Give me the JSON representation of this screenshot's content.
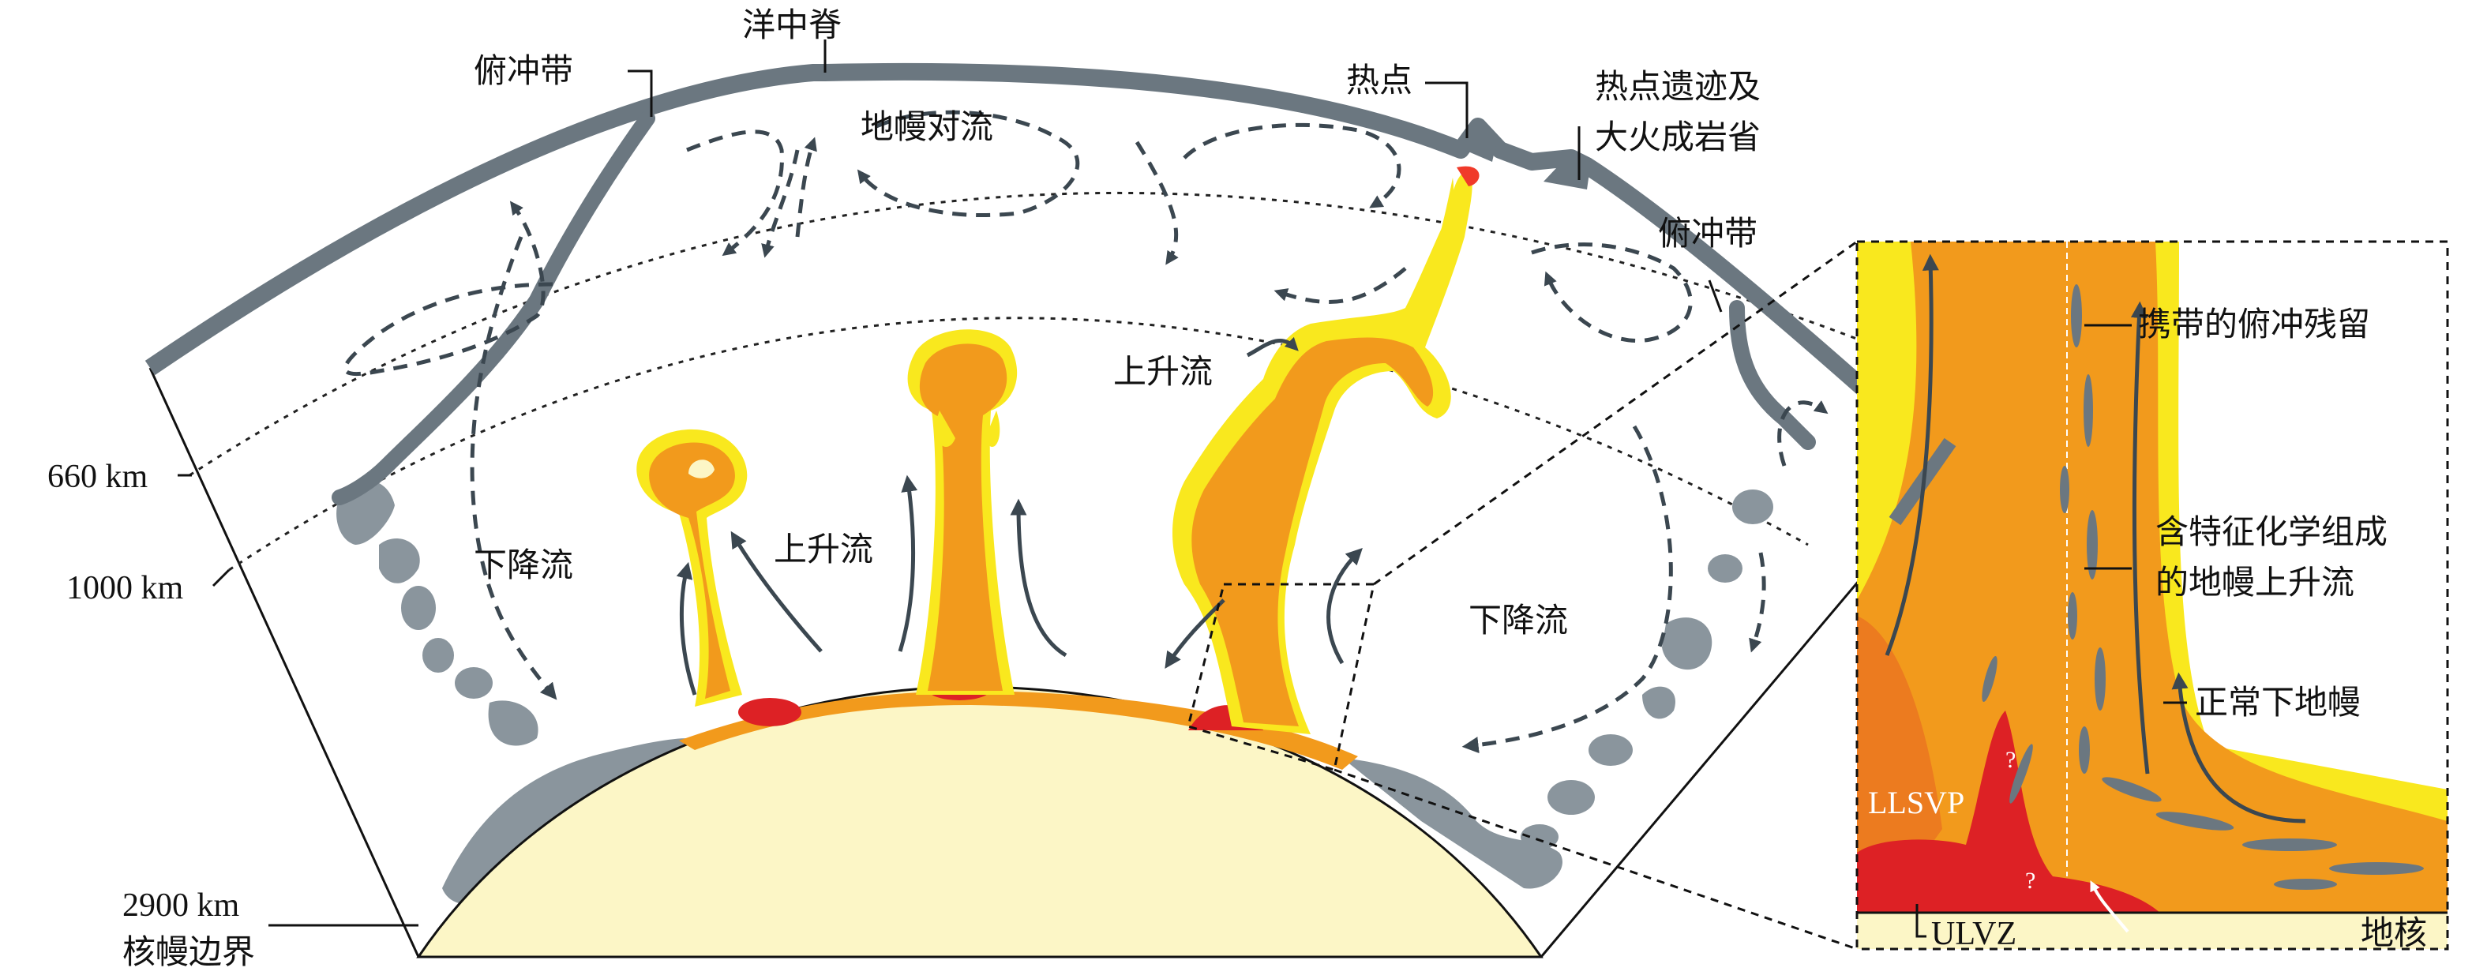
{
  "colors": {
    "plate": "#6b7780",
    "slab_blob": "#8a959d",
    "core": "#fcf6c6",
    "plume_yellow": "#f9e81e",
    "plume_orange": "#f29a1c",
    "plume_deep": "#ec7b1f",
    "llsvp_red": "#dd2125",
    "arrow": "#3b4750",
    "line": "#111111"
  },
  "labels": {
    "mid_ocean_ridge": "洋中脊",
    "subduction_left": "俯冲带",
    "hotspot": "热点",
    "hotspot_track_1": "热点遗迹及",
    "hotspot_track_2": "大火成岩省",
    "subduction_right": "俯冲带",
    "mantle_convection": "地幔对流",
    "downwelling_left": "下降流",
    "upwelling_1": "上升流",
    "upwelling_2": "上升流",
    "downwelling_right": "下降流",
    "depth_660": "660 km",
    "depth_1000": "1000 km",
    "depth_2900": "2900 km",
    "cmb": "核幔边界"
  },
  "inset": {
    "entrained_slab": "携带的俯冲残留",
    "chem_upwelling_1": "含特征化学组成",
    "chem_upwelling_2": "的地幔上升流",
    "normal_lower_mantle": "正常下地幔",
    "llsvp": "LLSVP",
    "ulvz": "ULVZ",
    "core": "地核",
    "question_1": "?",
    "question_2": "?"
  }
}
